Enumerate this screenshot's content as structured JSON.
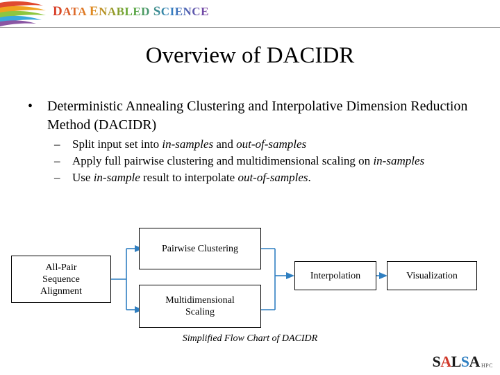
{
  "header": {
    "brand_text_parts": [
      {
        "cap": "D",
        "rest": "ATA"
      },
      {
        "cap": "E",
        "rest": "NABLED"
      },
      {
        "cap": "S",
        "rest": "CIENCE"
      }
    ],
    "brand_text": "DATA ENABLED SCIENCE",
    "swoosh_colors": [
      "#e04a2f",
      "#f0a31e",
      "#8ec63f",
      "#3aa9dc",
      "#8a56a3"
    ]
  },
  "title": "Overview of DACIDR",
  "bullets": [
    {
      "marker": "•",
      "text_runs": [
        {
          "t": "Deterministic Annealing Clustering and Interpolative Dimension Reduction Method (DACIDR)",
          "style": "normal"
        }
      ],
      "children": [
        {
          "marker": "–",
          "text_runs": [
            {
              "t": "Split input set into ",
              "style": "normal"
            },
            {
              "t": "in-samples",
              "style": "italic"
            },
            {
              "t": " and ",
              "style": "normal"
            },
            {
              "t": "out-of-samples",
              "style": "italic"
            }
          ]
        },
        {
          "marker": "–",
          "text_runs": [
            {
              "t": "Apply full pairwise clustering and multidimensional scaling on ",
              "style": "normal"
            },
            {
              "t": "in-samples",
              "style": "italic"
            }
          ]
        },
        {
          "marker": "–",
          "text_runs": [
            {
              "t": "Use ",
              "style": "normal"
            },
            {
              "t": "in-sample",
              "style": "italic"
            },
            {
              "t": " result to interpolate ",
              "style": "normal"
            },
            {
              "t": "out-of-samples",
              "style": "italic"
            },
            {
              "t": ".",
              "style": "normal"
            }
          ]
        }
      ]
    }
  ],
  "diagram": {
    "boxes": [
      {
        "id": "allpair",
        "label": "All-Pair\nSequence\nAlignment"
      },
      {
        "id": "pairwise",
        "label": "Pairwise Clustering"
      },
      {
        "id": "mds",
        "label": "Multidimensional\nScaling"
      },
      {
        "id": "interpolation",
        "label": "Interpolation"
      },
      {
        "id": "visualization",
        "label": "Visualization"
      }
    ],
    "arrow_color": "#2f7fc1",
    "caption": "Simplified Flow Chart of DACIDR"
  },
  "footer": {
    "logo_letters": [
      "S",
      "A",
      "L",
      "S",
      "A"
    ],
    "logo_text": "SALSA",
    "logo_sub": "HPC"
  }
}
